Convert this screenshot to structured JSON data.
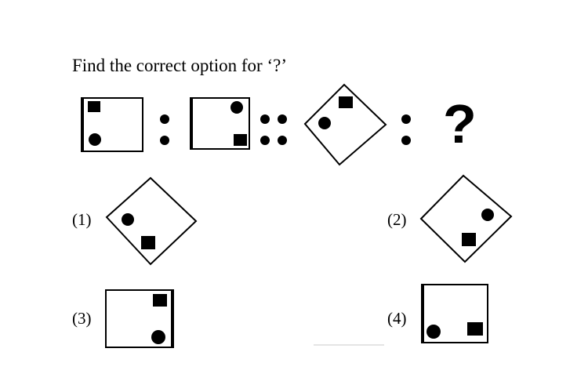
{
  "question": {
    "text": "Find the correct option for ‘?’"
  },
  "analogy": {
    "unknown": "?"
  },
  "options": [
    {
      "label": "(1)"
    },
    {
      "label": "(2)"
    },
    {
      "label": "(3)"
    },
    {
      "label": "(4)"
    }
  ],
  "colors": {
    "ink": "#000000",
    "background": "#ffffff",
    "baseline": "#c8c8c8"
  }
}
